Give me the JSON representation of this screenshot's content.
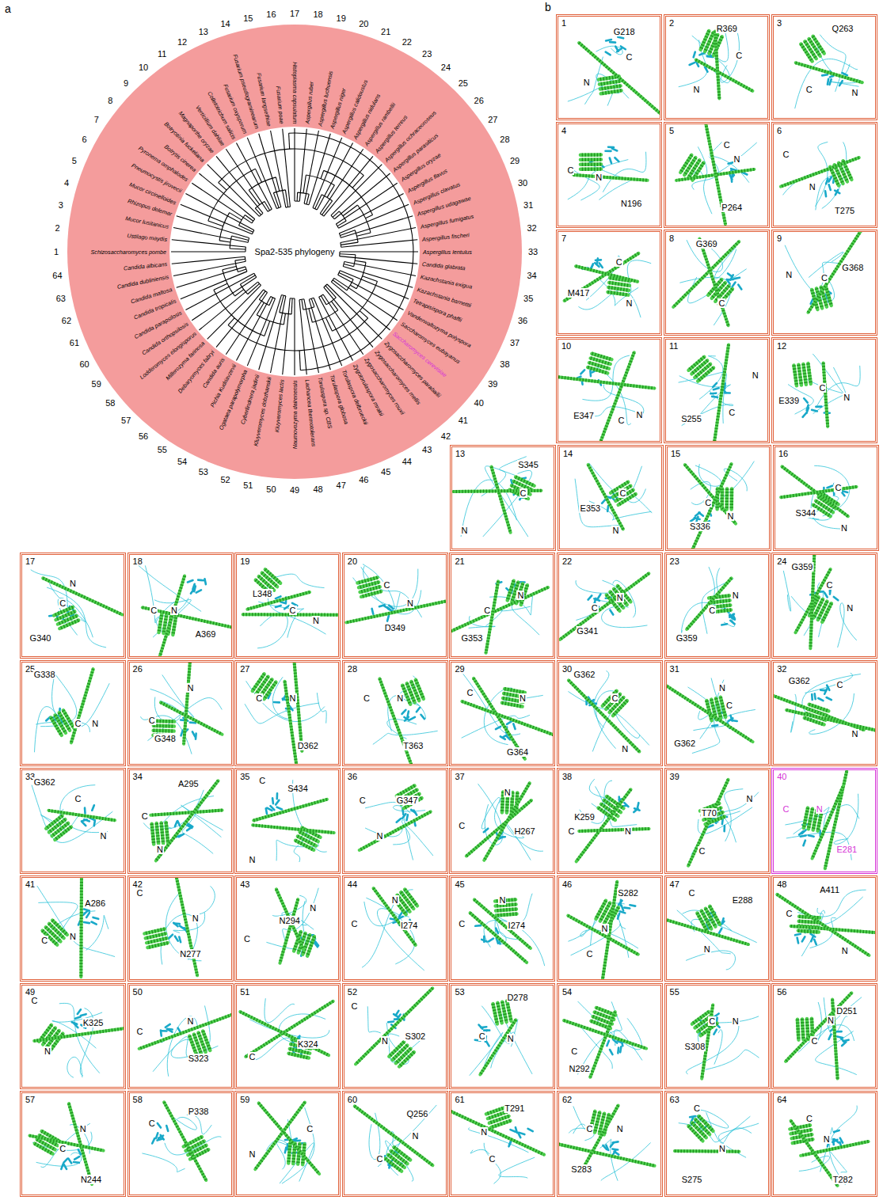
{
  "diagram": {
    "nodes": [
      {
        "text": [
          "1",
          "G218",
          "C",
          "N"
        ]
      },
      {
        "text": [
          "2",
          "R369",
          "C",
          "N"
        ]
      },
      {
        "text": [
          "3",
          "Q263",
          "C",
          "N"
        ]
      },
      {
        "text": [
          "4",
          "C",
          "N",
          "N196"
        ]
      },
      {
        "text": [
          "5",
          "C",
          "N",
          "P264"
        ]
      },
      {
        "text": [
          "6",
          "C",
          "N",
          "T275"
        ]
      },
      {
        "text": [
          "7",
          "C",
          "M417",
          "N"
        ]
      },
      {
        "text": [
          "8",
          "G369",
          "C"
        ]
      },
      {
        "text": [
          "9",
          "N",
          "C",
          "G368"
        ]
      },
      {
        "text": [
          "10",
          "E347",
          "C",
          "N"
        ]
      },
      {
        "text": [
          "11",
          "N",
          "S255",
          "C"
        ]
      },
      {
        "text": [
          "12",
          "E339",
          "C",
          "N"
        ]
      },
      {
        "text": [
          "13",
          "S345",
          "C",
          "N"
        ]
      },
      {
        "text": [
          "14",
          "E353",
          "C",
          "N"
        ]
      },
      {
        "text": [
          "15",
          "C",
          "S336",
          "N"
        ]
      },
      {
        "text": [
          "16",
          "S344",
          "C",
          "N"
        ]
      },
      {
        "text": [
          "17",
          "N",
          "C",
          "G340"
        ]
      },
      {
        "text": [
          "18",
          "C",
          "N",
          "A369"
        ]
      },
      {
        "text": [
          "19",
          "L348",
          "C",
          "N"
        ]
      },
      {
        "text": [
          "20",
          "C",
          "N",
          "D349"
        ]
      },
      {
        "text": [
          "21",
          "C",
          "N",
          "G353"
        ]
      },
      {
        "text": [
          "22",
          "C",
          "N",
          "G341"
        ]
      },
      {
        "text": [
          "23",
          "N",
          "C",
          "G359"
        ]
      },
      {
        "text": [
          "24",
          "G359",
          "C",
          "N"
        ]
      },
      {
        "text": [
          "25",
          "G338",
          "C",
          "N"
        ]
      },
      {
        "text": [
          "26",
          "N",
          "C",
          "G348"
        ]
      },
      {
        "text": [
          "27",
          "C",
          "N",
          "D362"
        ]
      },
      {
        "text": [
          "28",
          "C",
          "N",
          "T363"
        ]
      },
      {
        "text": [
          "29",
          "C",
          "N",
          "G364"
        ]
      },
      {
        "text": [
          "30",
          "G362",
          "C",
          "N"
        ]
      },
      {
        "text": [
          "31",
          "N",
          "C",
          "G362"
        ]
      },
      {
        "text": [
          "32",
          "G362",
          "C",
          "N"
        ]
      },
      {
        "text": [
          "33",
          "G362",
          "C",
          "N"
        ]
      },
      {
        "text": [
          "34",
          "A295",
          "C",
          "N"
        ]
      },
      {
        "text": [
          "35",
          "C",
          "S434",
          "N"
        ]
      },
      {
        "text": [
          "36",
          "C",
          "G347",
          "N"
        ]
      },
      {
        "text": [
          "37",
          "N",
          "C",
          "H267"
        ]
      },
      {
        "text": [
          "38",
          "C",
          "K259",
          "N"
        ]
      },
      {
        "text": [
          "39",
          "N",
          "T70",
          "C"
        ]
      },
      {
        "text": [
          "40",
          "C",
          "N",
          "E281"
        ]
      },
      {
        "text": [
          "41",
          "A286",
          "C",
          "N"
        ]
      },
      {
        "text": [
          "42",
          "C",
          "N",
          "N277"
        ]
      },
      {
        "text": [
          "43",
          "N294",
          "C",
          "N"
        ]
      },
      {
        "text": [
          "44",
          "N",
          "C",
          "I274"
        ]
      },
      {
        "text": [
          "45",
          "N",
          "C",
          "I274"
        ]
      },
      {
        "text": [
          "46",
          "S282",
          "N",
          "C"
        ]
      },
      {
        "text": [
          "47",
          "C",
          "E288",
          "N"
        ]
      },
      {
        "text": [
          "48",
          "A411",
          "C",
          "N"
        ]
      },
      {
        "text": [
          "49",
          "C",
          "K325",
          "N"
        ]
      },
      {
        "text": [
          "50",
          "C",
          "N",
          "S323"
        ]
      },
      {
        "text": [
          "51",
          "C",
          "K324"
        ]
      },
      {
        "text": [
          "52",
          "C",
          "N",
          "S302"
        ]
      },
      {
        "text": [
          "53",
          "D278",
          "C",
          "N"
        ]
      },
      {
        "text": [
          "54",
          "C",
          "N292"
        ]
      },
      {
        "text": [
          "55",
          "C",
          "N",
          "S308"
        ]
      },
      {
        "text": [
          "56",
          "D251",
          "N",
          "C"
        ]
      },
      {
        "text": [
          "57",
          "N",
          "C",
          "N244"
        ]
      },
      {
        "text": [
          "58",
          "C",
          "P338"
        ]
      },
      {
        "text": [
          "59",
          "N",
          "C"
        ]
      },
      {
        "text": [
          "60",
          "Q256",
          "N",
          "C"
        ]
      },
      {
        "text": [
          "61",
          "T291",
          "N",
          "C"
        ]
      },
      {
        "text": [
          "62",
          "C",
          "N",
          "S283"
        ]
      },
      {
        "text": [
          "63",
          "C",
          "N",
          "S275"
        ]
      },
      {
        "text": [
          "64",
          "C",
          "N",
          "T282"
        ]
      }
    ],
    "labels": [
      "a",
      "b",
      "Spa2-535 phylogeny",
      "Schizosaccharomyces pombe",
      "Ustilago maydis",
      "Mucor lusitanicus",
      "Rhizopus delemar",
      "Mucor circinelloides",
      "Pneumocystis jirovecii",
      "Pyronema omphalodes",
      "Botrytis cinerea",
      "Botryotinia fuckeliana",
      "Magnaporthe oryzae",
      "Verticillium dahliae",
      "Colletotrichum salicis",
      "Fusarium oxysporum",
      "Fusarium pseudograminearum",
      "Fusarium langsethiae",
      "Fusarium poae",
      "Histoplasma capsulatum",
      "Aspergillus ruber",
      "Aspergillus luchuensis",
      "Aspergillus niger",
      "Aspergillus calidoustus",
      "Aspergillus nidulans",
      "Aspergillus rambellii",
      "Aspergillus terreus",
      "Aspergillus ochraceoroseus",
      "Aspergillus parasiticus",
      "Aspergillus oryzae",
      "Aspergillus flavus",
      "Aspergillus clavatus",
      "Aspergillus udagawae",
      "Aspergillus fumigatus",
      "Aspergillus fischeri",
      "Aspergillus lentulus",
      "Candida glabrata",
      "Kazachstania exigua",
      "Kazachstania barnettii",
      "Tetrapisispora phaffii",
      "Vanderwaltozyma polyspora",
      "Saccharomyces eubayanus",
      "Saccharomyces cerevisiae",
      "Zygosaccharomyces parabailii",
      "Zygosaccharomyces mellis",
      "Zygosaccharomyces rouxii",
      "Zygotorulaspora mrakii",
      "Torulaspora delbrueckii",
      "Torulaspora globosa",
      "Torulaspora sp. CBS",
      "Lachancea thermotolerans",
      "Naumovozyma dairenensis",
      "Kluyveromyces lactis",
      "Kluyveromyces dobzhanskii",
      "Cyberlindnera jadinii",
      "Ogataea parapolymorpha",
      "Pichia Kudriavzevii",
      "Candida auris",
      "Debaryomyces fabryi",
      "Millerozyma farinosa",
      "Lodderomyces elongisporus",
      "Candida orthopsilosis",
      "Candida parapsilosis",
      "Candida tropicalis",
      "Candida maltosa",
      "Candida dubliniensis",
      "Candida albicans",
      "1",
      "2",
      "3",
      "4",
      "5",
      "6",
      "7",
      "8",
      "9",
      "10",
      "11",
      "12",
      "13",
      "14",
      "15",
      "16",
      "17",
      "18",
      "19",
      "20",
      "21",
      "22",
      "23",
      "24",
      "25",
      "26",
      "27",
      "28",
      "29",
      "30",
      "31",
      "32",
      "33",
      "34",
      "35",
      "36",
      "37",
      "38",
      "39",
      "40",
      "41",
      "42",
      "43",
      "44",
      "45",
      "46",
      "47",
      "48",
      "49",
      "50",
      "51",
      "52",
      "53",
      "54",
      "55",
      "56",
      "57",
      "58",
      "59",
      "60",
      "61",
      "62",
      "63",
      "64"
    ]
  }
}
